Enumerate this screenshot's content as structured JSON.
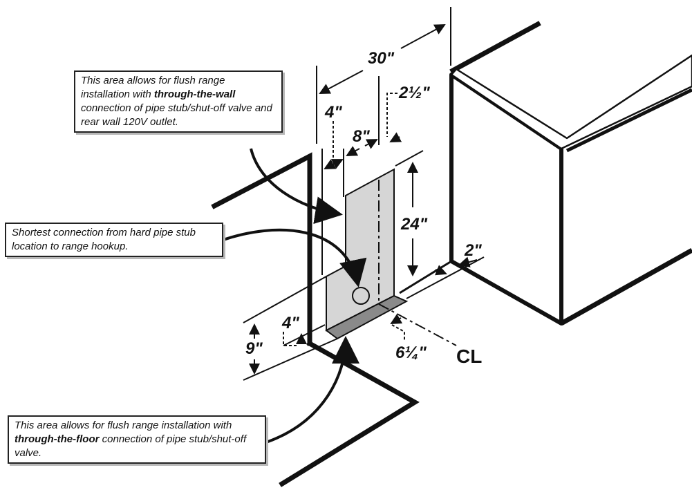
{
  "callouts": {
    "wall": {
      "before": "This area allows for flush range installation with ",
      "emphasis": "through-the-wall",
      "after": " connection of pipe stub/shut-off valve and rear wall 120V outlet."
    },
    "shortest": {
      "text": "Shortest connection from hard pipe stub location to range hookup."
    },
    "floor": {
      "before": "This area allows for flush range installation with ",
      "emphasis": "through-the-floor",
      "after": " connection of pipe stub/shut-off valve."
    }
  },
  "dimensions": {
    "width_30": "30\"",
    "offset_2_5": "2½\"",
    "offset_4_top": "4\"",
    "width_8": "8\"",
    "height_24": "24\"",
    "depth_2": "2\"",
    "height_4": "4\"",
    "height_9": "9\"",
    "offset_6_25": "6¼\""
  },
  "centerline_label": "CL",
  "colors": {
    "line": "#111111",
    "wall_area": "#d6d6d6",
    "floor_area": "#8a8a8a"
  }
}
